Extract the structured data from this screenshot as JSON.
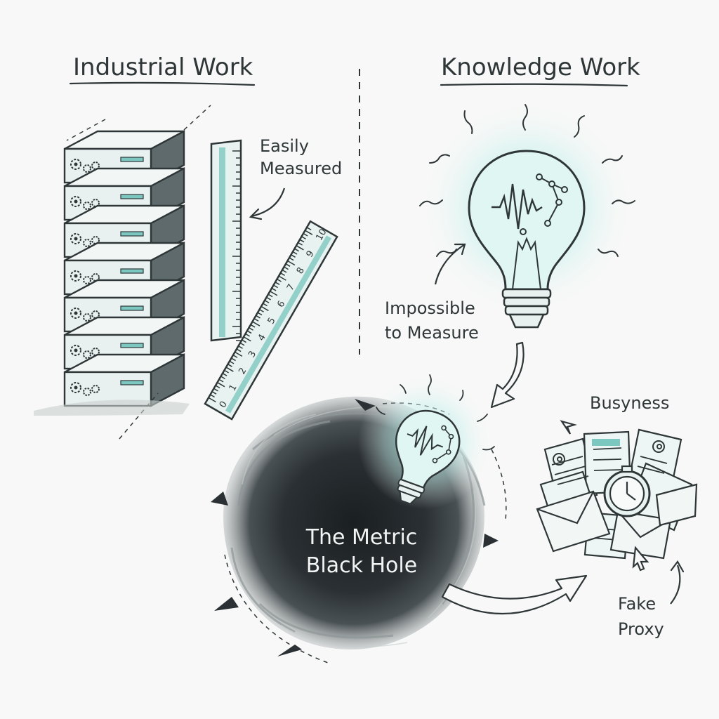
{
  "headings": {
    "left": "Industrial Work",
    "right": "Knowledge Work"
  },
  "annotations": {
    "easily_measured": [
      "Easily",
      "Measured"
    ],
    "impossible_to_measure": [
      "Impossible",
      "to Measure"
    ],
    "busyness": "Busyness",
    "fake_proxy": [
      "Fake",
      "Proxy"
    ],
    "black_hole": [
      "The Metric",
      "Black Hole"
    ]
  },
  "ruler_ticks": [
    "0",
    "1",
    "2",
    "3",
    "4",
    "5",
    "6",
    "7",
    "8",
    "9",
    "10"
  ],
  "colors": {
    "ink": "#2f3638",
    "teal": "#5fb8b0",
    "glow": "#a9e8e3",
    "hole": "#1f2426",
    "paper": "#f7f8f7",
    "server_face": "#e9f1f0"
  },
  "icons": [
    "server-rack-icon",
    "ruler-icon",
    "light-bulb-icon",
    "black-hole-icon",
    "document-pile-icon",
    "envelope-icon",
    "clock-icon",
    "cursor-icon",
    "at-sign-icon"
  ]
}
